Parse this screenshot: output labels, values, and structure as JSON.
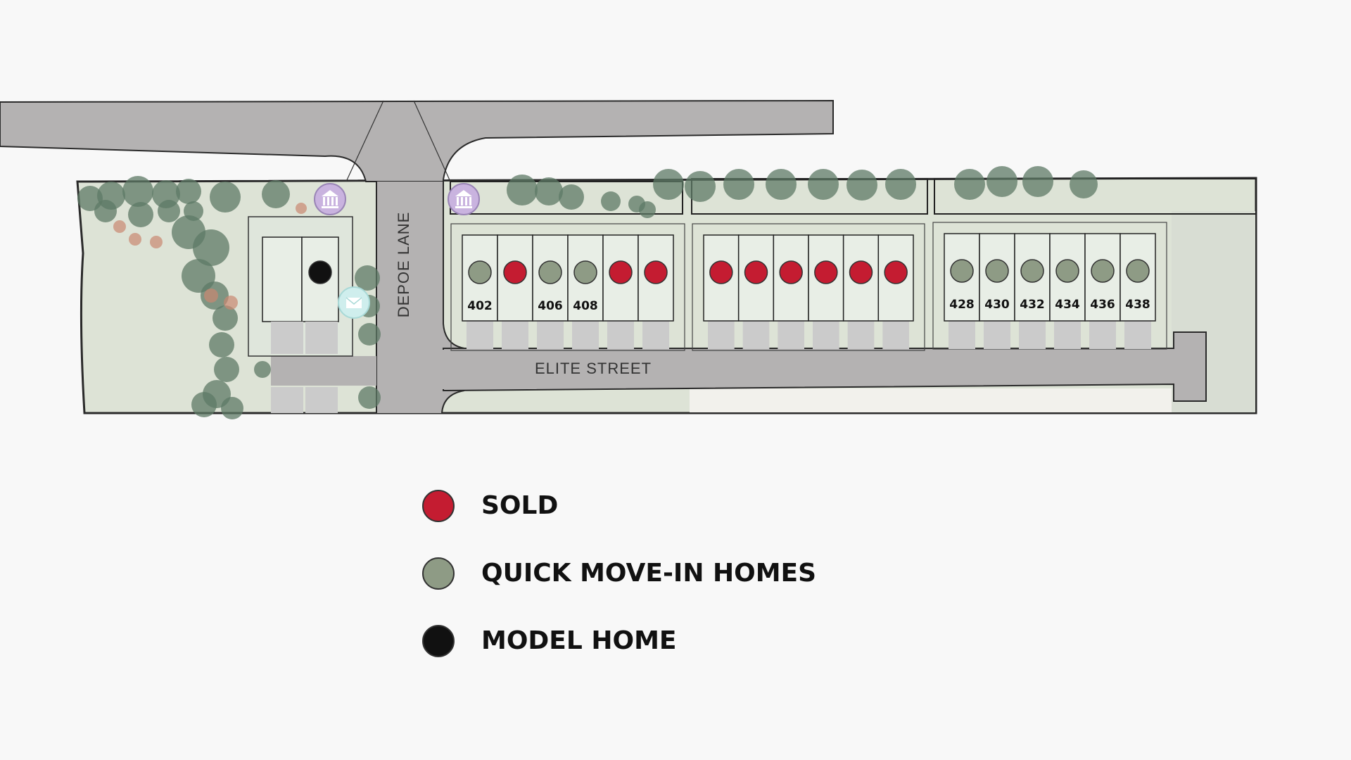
{
  "streets": {
    "depoe": "DEPOE LANE",
    "elite": "ELITE STREET"
  },
  "statuses": {
    "sold": "#c41c31",
    "quick": "#8e9b85",
    "model": "#111111"
  },
  "icons": {
    "amenity": "building-icon",
    "mail": "mail-icon"
  },
  "blocks": [
    {
      "id": "block-west",
      "lots": [
        {
          "status": "quick",
          "number": "402"
        },
        {
          "status": "sold",
          "number": ""
        },
        {
          "status": "quick",
          "number": "406"
        },
        {
          "status": "quick",
          "number": "408"
        },
        {
          "status": "sold",
          "number": ""
        },
        {
          "status": "sold",
          "number": ""
        }
      ]
    },
    {
      "id": "block-middle",
      "lots": [
        {
          "status": "sold",
          "number": ""
        },
        {
          "status": "sold",
          "number": ""
        },
        {
          "status": "sold",
          "number": ""
        },
        {
          "status": "sold",
          "number": ""
        },
        {
          "status": "sold",
          "number": ""
        },
        {
          "status": "sold",
          "number": ""
        }
      ]
    },
    {
      "id": "block-east",
      "lots": [
        {
          "status": "quick",
          "number": "428"
        },
        {
          "status": "quick",
          "number": "430"
        },
        {
          "status": "quick",
          "number": "432"
        },
        {
          "status": "quick",
          "number": "434"
        },
        {
          "status": "quick",
          "number": "436"
        },
        {
          "status": "quick",
          "number": "438"
        }
      ]
    }
  ],
  "model_lot": {
    "status": "model"
  },
  "legend": {
    "items": [
      {
        "label": "SOLD",
        "color": "#c41c31"
      },
      {
        "label": "QUICK MOVE-IN HOMES",
        "color": "#8e9b85"
      },
      {
        "label": "MODEL HOME",
        "color": "#111111"
      }
    ]
  }
}
